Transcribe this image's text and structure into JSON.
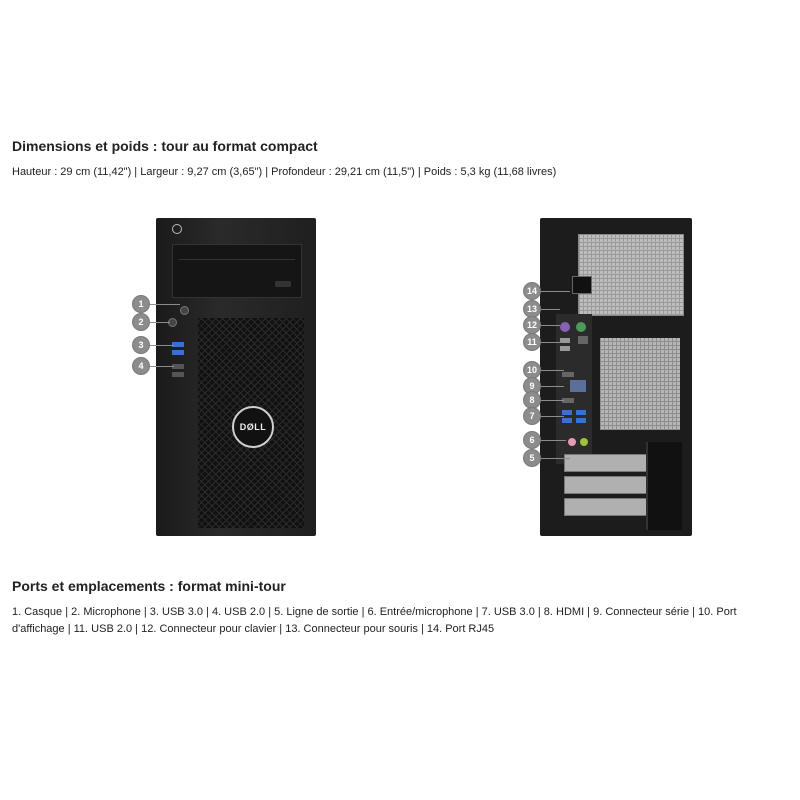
{
  "dimensions": {
    "heading": "Dimensions et poids : tour au format compact",
    "text": "Hauteur : 29 cm (11,42\") | Largeur : 9,27 cm (3,65\") | Profondeur : 29,21 cm (11,5\") | Poids : 5,3 kg (11,68 livres)"
  },
  "front_image": {
    "logo": "DØLL",
    "callouts": [
      "1",
      "2",
      "3",
      "4"
    ]
  },
  "back_image": {
    "callouts": [
      "14",
      "13",
      "12",
      "11",
      "10",
      "9",
      "8",
      "7",
      "6",
      "5"
    ]
  },
  "ports": {
    "heading": "Ports et emplacements : format mini-tour",
    "text": "1. Casque | 2. Microphone | 3. USB 3.0 | 4. USB 2.0 | 5. Ligne de sortie | 6. Entrée/microphone | 7. USB 3.0 | 8. HDMI | 9. Connecteur série | 10. Port d'affichage | 11. USB 2.0 | 12. Connecteur pour clavier | 13. Connecteur pour souris | 14. Port RJ45"
  },
  "colors": {
    "usb3": "#3a6fd6",
    "keyboard_port": "#8a5fb5",
    "mouse_port": "#4d9a5b",
    "audio_out": "#9fc23a"
  }
}
